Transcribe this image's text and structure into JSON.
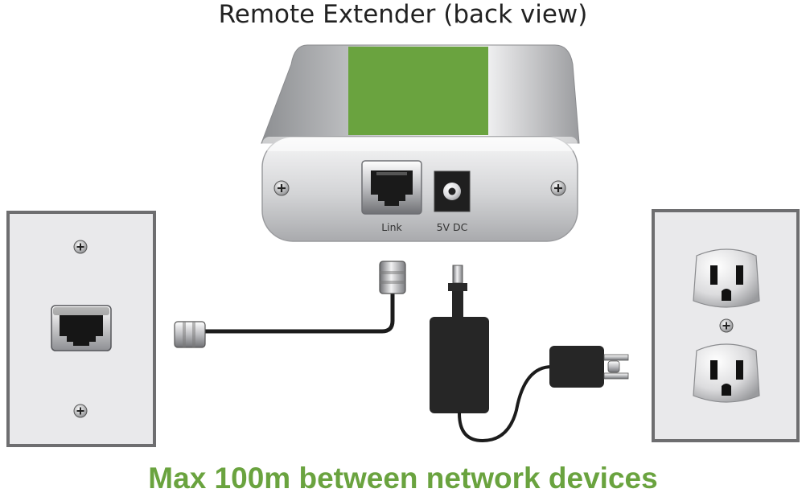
{
  "diagram": {
    "title": "Remote Extender (back view)",
    "port_labels": {
      "link": "Link",
      "power": "5V DC"
    },
    "caption": "Max 100m between network devices"
  },
  "colors": {
    "accent_green": "#6aa33f",
    "caption_green": "#6aa33f",
    "plate_border": "#6e6e70",
    "plate_fill": "#e9e9eb",
    "cable": "#1c1c1c",
    "adapter": "#262626"
  },
  "icons": [
    "screw-icon",
    "rj45-port-icon",
    "dc-jack-icon",
    "wall-jack-icon",
    "outlet-socket-icon",
    "power-adapter-icon",
    "cable-icon"
  ]
}
